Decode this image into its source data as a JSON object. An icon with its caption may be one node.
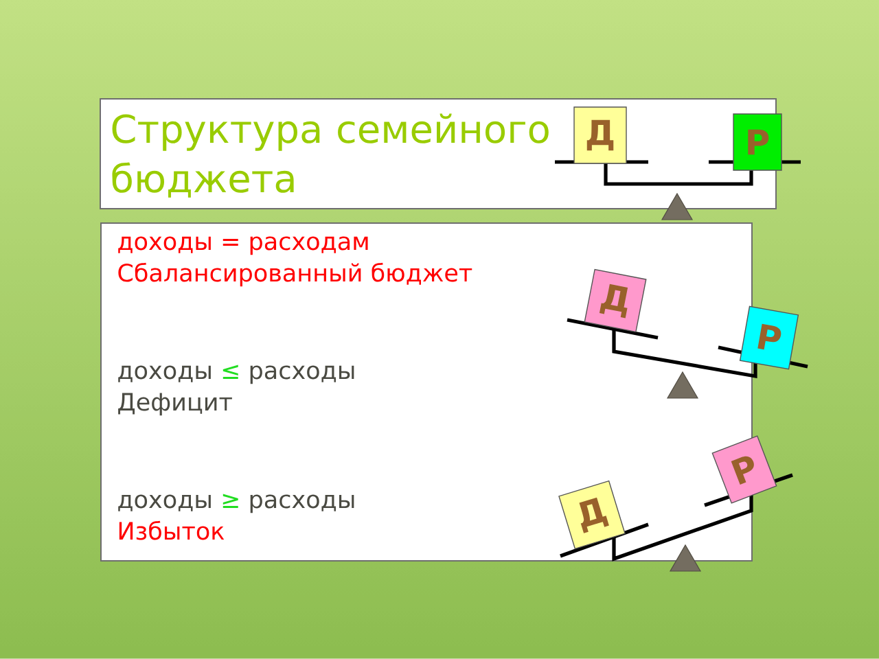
{
  "diagram": {
    "title": "Структура семейного бюджета",
    "nodes": [
      {
        "text": [
          "Д"
        ]
      },
      {
        "text": [
          "Р"
        ]
      },
      {
        "text": [
          "доходы = расходам",
          "Сбалансированный бюджет",
          "доходы ≤ расходы",
          "Дефицит",
          "доходы ≥ расходы",
          "Избыток"
        ]
      },
      {
        "text": [
          "Д"
        ],
        "in": 2
      },
      {
        "text": [
          "Р"
        ]
      },
      {
        "text": [
          "Д"
        ],
        "in": 2
      },
      {
        "text": [
          "Р"
        ]
      }
    ]
  }
}
